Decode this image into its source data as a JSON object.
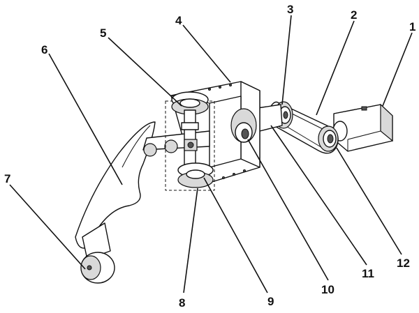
{
  "diagram": {
    "part_labels": [
      "1",
      "2",
      "3",
      "4",
      "5",
      "6",
      "7",
      "8",
      "9",
      "10",
      "11",
      "12"
    ]
  }
}
